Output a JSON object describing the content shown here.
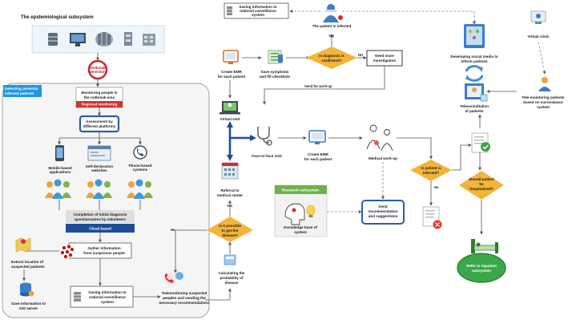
{
  "epi": {
    "title": "The epidemiological subsystem",
    "outbreak": "Outbreak",
    "detection": "detection",
    "detect_tag_1": "Detecting potential",
    "detect_tag_2": "infected patients",
    "monitor_1": "Monitoring people in",
    "monitor_2": "the outbreak area",
    "regional": "Regional monitoring",
    "assess_1": "Assessment by",
    "assess_2": "different platforms",
    "mobile_1": "Mobile-based",
    "mobile_2": "applications",
    "selfdecl_1": "Self-declaration",
    "selfdecl_2": "websites",
    "phone_1": "Phone-based",
    "phone_2": "systems",
    "completion_1": "Completion of initial diagnosis",
    "completion_2": "questionnaires by volunteers",
    "cloud": "Cloud based",
    "gather_1": "Gather information",
    "gather_2": "from suspicious people",
    "extract_1": "Extract location of",
    "extract_2": "suspected patients",
    "save_nat_1": "Saving information to",
    "save_nat_2": "national surveillance",
    "save_nat_3": "system",
    "gis_1": "Save information to",
    "gis_2": "GIS server"
  },
  "mid": {
    "tele_1": "Telemonitoring suspected",
    "tele_2": "peoples and sending the",
    "tele_3": "necessary recommendations",
    "calc_1": "Calculating the",
    "calc_2": "probability of",
    "calc_3": "disease",
    "possible_1": "Is it possible",
    "possible_2": "to get the",
    "possible_3": "disease?",
    "no": "No",
    "yes": "Yes",
    "referral_1": "Referral to",
    "referral_2": "medical center",
    "virtual_visit": "Virtual visit",
    "emr1_1": "Create EMR",
    "emr1_2": "for each patient",
    "symptoms_1": "Save symptoms",
    "symptoms_2": "and fill checklists",
    "confirmed_1": "Is diagnosis is",
    "confirmed_2": "confirmed?",
    "no_caps": "NO",
    "need_1": "Need more",
    "need_2": "investigation",
    "save_top_1": "Saving information to",
    "save_top_2": "national surveillance",
    "save_top_3": "system",
    "infected_top": "The patient is infected",
    "send_workup": "Send for work-up",
    "f2f": "Face-to-face visit",
    "emr2_1": "Create EMR",
    "emr2_2": "for each patient",
    "workup": "Medical work-up"
  },
  "research": {
    "title": "Research subsystem",
    "kb_1": "Knowledge base of",
    "kb_2": "system",
    "send_rec_1": "Send",
    "send_rec_2": "recommendation",
    "send_rec_3": "and suggestions"
  },
  "right": {
    "social_1": "Developing social media to",
    "social_2": "inform patients",
    "virtual_clinic": "Virtual clinic",
    "telecons_1": "Teleconsultation",
    "telecons_2": "of patients",
    "telemon_1": "Tele-monitoring patients",
    "telemon_2": "based on survivalance",
    "telemon_3": "system",
    "infected_q_1": "Is patient is",
    "infected_q_2": "infected?",
    "no": "No",
    "hosp_1": "Should patient",
    "hosp_2": "be",
    "hosp_3": "hospitalized?",
    "refer_1": "Refer to inpatient",
    "refer_2": "subsystem"
  },
  "colors": {
    "panel_border": "#9a9a9a",
    "blue": "#2a5fa8",
    "dark_blue": "#1f4e96",
    "red": "#c62828",
    "diamond": "#f4b43a",
    "green_box": "#7ab648",
    "arrow": "#555555"
  }
}
